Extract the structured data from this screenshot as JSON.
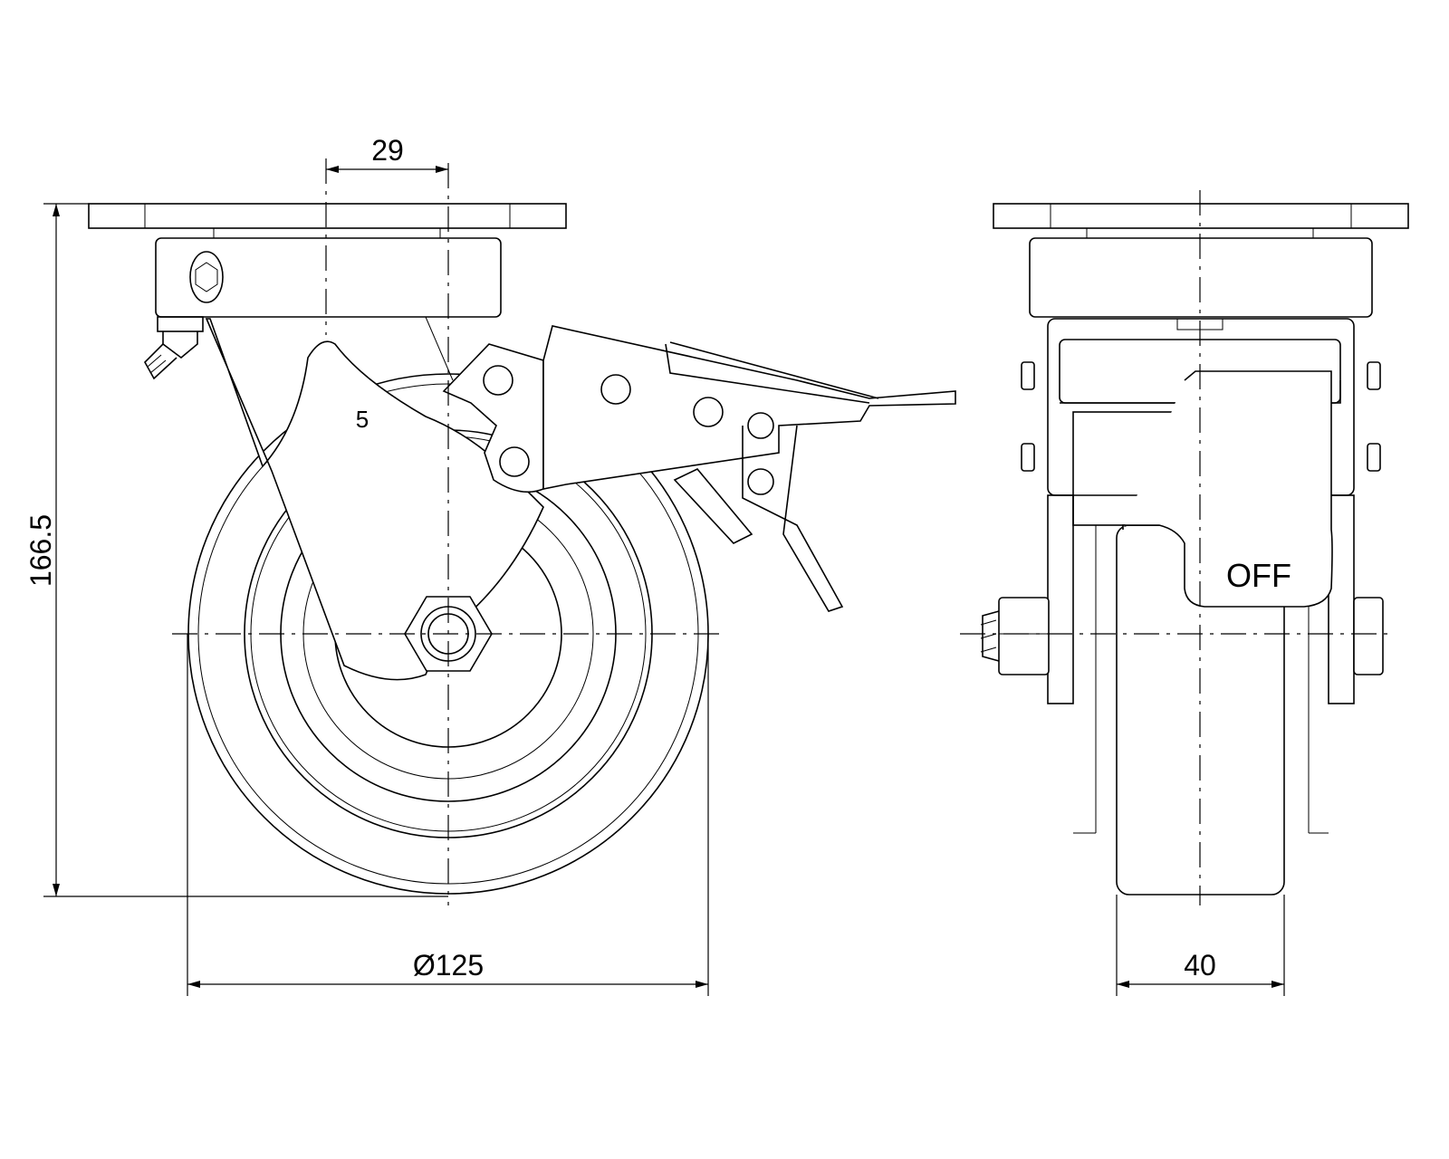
{
  "drawing": {
    "dimensions": {
      "offset": "29",
      "height": "166.5",
      "wheel_diameter": "Ø125",
      "wheel_width": "40"
    },
    "labels": {
      "brake_state": "OFF",
      "fork_mark": "5"
    }
  }
}
